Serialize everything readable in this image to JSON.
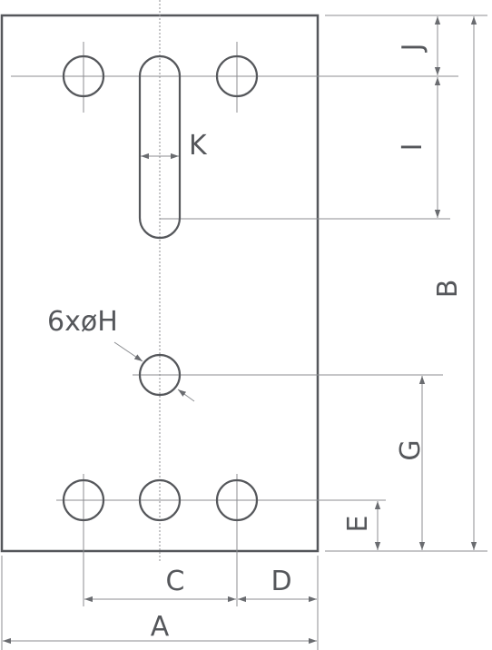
{
  "diagram": {
    "labels": {
      "A": "A",
      "B": "B",
      "C": "C",
      "D": "D",
      "E": "E",
      "G": "G",
      "H": "6xøH",
      "I": "I",
      "J": "J",
      "K": "K"
    },
    "colors": {
      "line": "#55575b",
      "thin": "#8c8e92"
    }
  }
}
